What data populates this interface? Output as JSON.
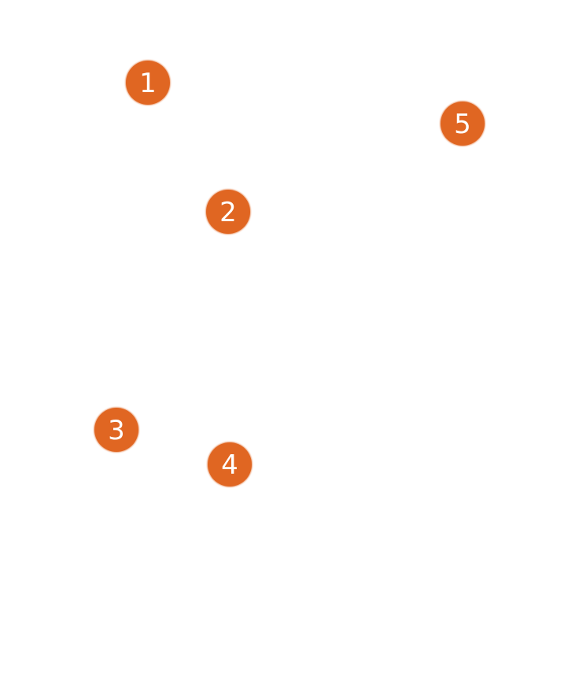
{
  "colors": {
    "background": "#ffffff",
    "marker_fill": "#e06622",
    "marker_text": "#ffffff"
  },
  "markers": [
    {
      "label": "1"
    },
    {
      "label": "2"
    },
    {
      "label": "3"
    },
    {
      "label": "4"
    },
    {
      "label": "5"
    }
  ]
}
